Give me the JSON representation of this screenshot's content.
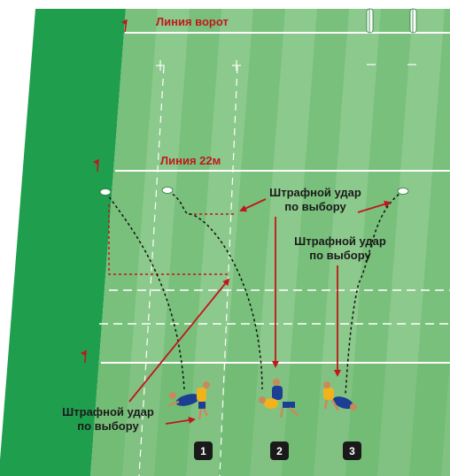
{
  "labels": {
    "goal_line": "Линия ворот",
    "line_22": "Линия 22м",
    "penalty_top_line1": "Штрафной удар",
    "penalty_top_line2": "по выбору",
    "penalty_right_line1": "Штрафной удар",
    "penalty_right_line2": "по выбору",
    "penalty_left_line1": "Штрафной удар",
    "penalty_left_line2": "по выбору"
  },
  "badges": [
    "1",
    "2",
    "3"
  ],
  "colors": {
    "field_light": "#8cc98c",
    "field_dark": "#6fbb72",
    "touch_zone": "#1f9e4d",
    "label_red": "#c0171d",
    "arrow_red": "#c0171d",
    "line_white": "#ffffff",
    "badge_bg": "#1a1a1a",
    "player_blue": "#1c3f94",
    "player_yellow": "#f2b21c"
  },
  "icons": [
    "corner-flag-icon",
    "goal-post-icon",
    "player-tackle-icon"
  ]
}
